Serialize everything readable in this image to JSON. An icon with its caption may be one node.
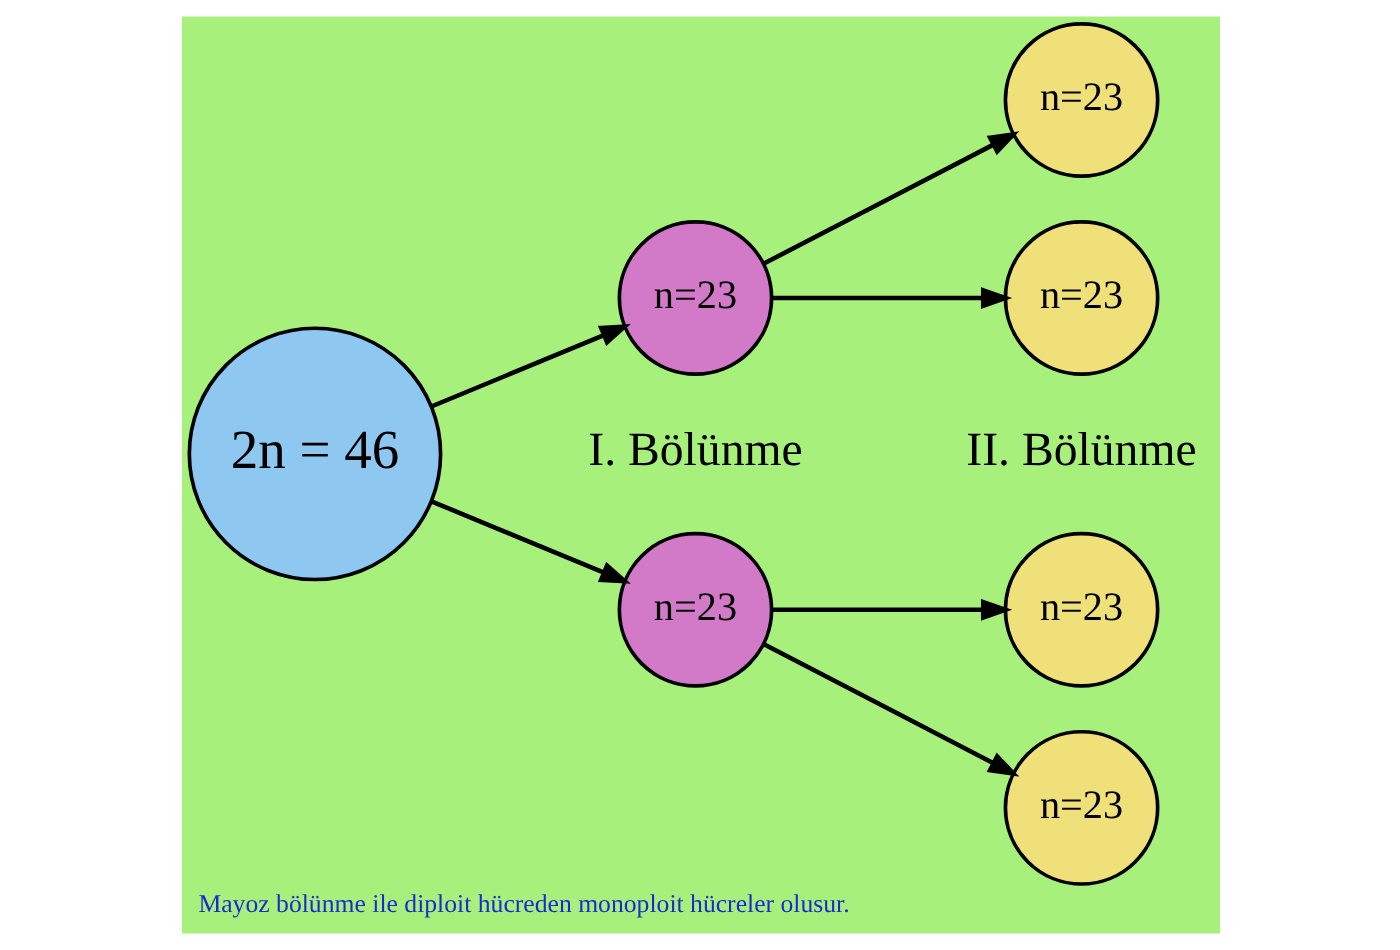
{
  "diagram": {
    "caption": "Mayoz bölünme ile diploit hücreden monoploit hücreler olusur.",
    "nodes": [
      {
        "text": [
          "2n = 46"
        ]
      },
      {
        "text": [
          "n=23"
        ]
      },
      {
        "text": [
          "n=23"
        ]
      },
      {
        "text": [
          "n=23"
        ]
      },
      {
        "text": [
          "n=23"
        ]
      },
      {
        "text": [
          "n=23"
        ]
      },
      {
        "text": [
          "n=23"
        ]
      }
    ],
    "edges": [
      {
        "from": 0,
        "to": 1,
        "arrow": "to"
      },
      {
        "from": 0,
        "to": 2,
        "arrow": "to"
      },
      {
        "from": 1,
        "to": 3,
        "arrow": "to"
      },
      {
        "from": 1,
        "to": 4,
        "arrow": "to"
      },
      {
        "from": 2,
        "to": 5,
        "arrow": "to"
      },
      {
        "from": 2,
        "to": 6,
        "arrow": "to"
      }
    ],
    "labels": [
      "I. Bölünme",
      "II. Bölünme"
    ]
  }
}
